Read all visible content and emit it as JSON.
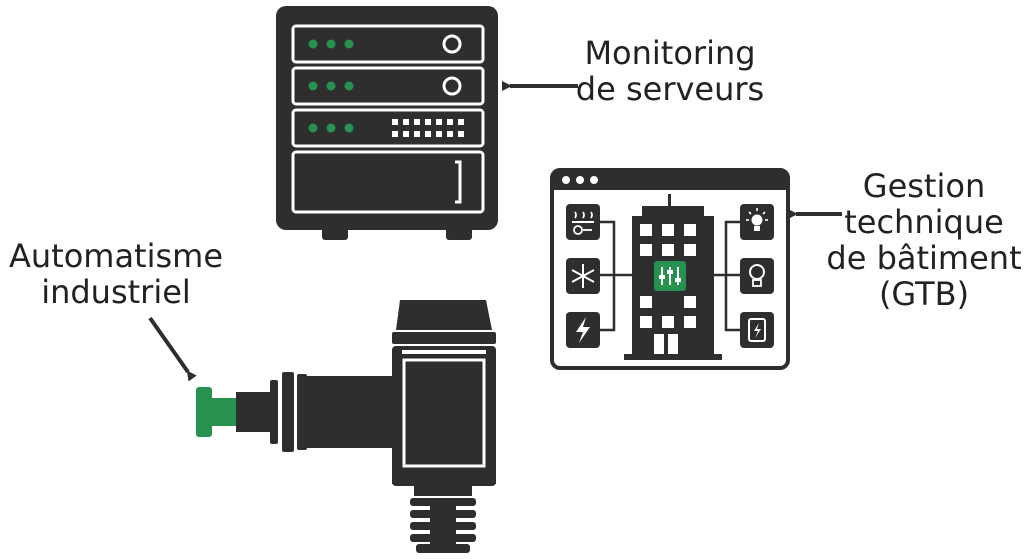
{
  "labels": {
    "server_monitoring": [
      "Monitoring",
      "de serveurs"
    ],
    "building_management": [
      "Gestion",
      "technique",
      "de bâtiment",
      "(GTB)"
    ],
    "industrial_automation": [
      "Automatisme",
      "industriel"
    ]
  },
  "colors": {
    "dark": "#2e2e2e",
    "accent_green": "#27914f",
    "background": "#ffffff"
  },
  "icons": {
    "server": "server-rack-icon",
    "building": "building-dashboard-icon",
    "sensor": "pressure-sensor-icon"
  }
}
